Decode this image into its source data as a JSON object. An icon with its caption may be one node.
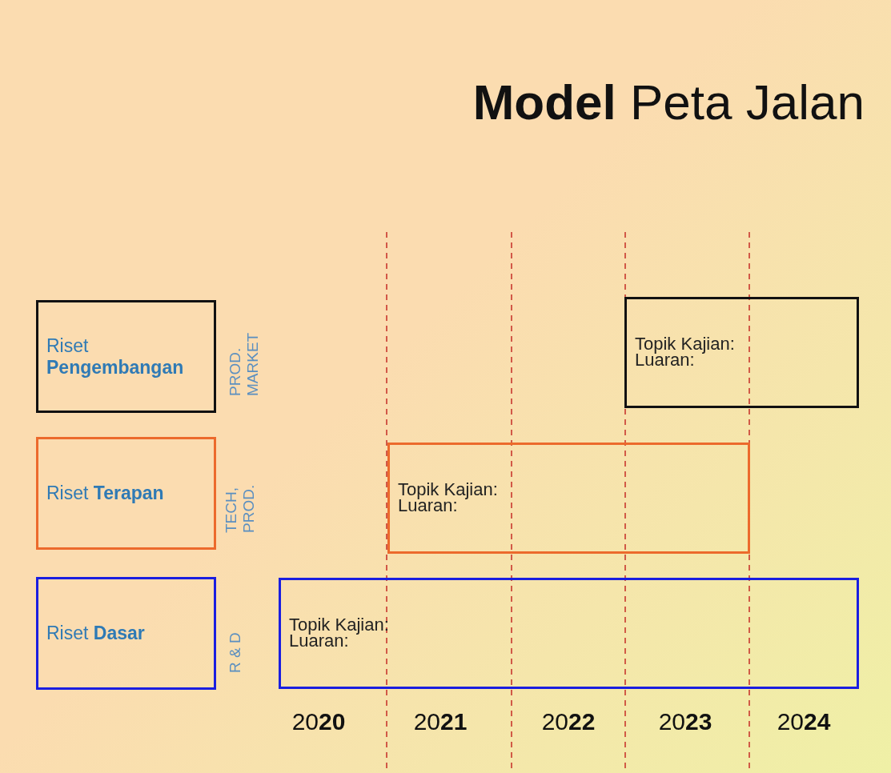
{
  "diagram": {
    "title": "**Model** Peta Jalan",
    "nodes": [
      {
        "text": [
          "Riset **Pengembangan**"
        ],
        "beside": [
          "PROD. MARKET"
        ]
      },
      {
        "text": [
          "Riset **Terapan**"
        ],
        "beside": [
          "TECH, PROD."
        ]
      },
      {
        "text": [
          "Riset **Dasar**"
        ],
        "beside": [
          "R & D"
        ]
      },
      {
        "text": [
          "Topik Kajian:",
          "Luaran:"
        ]
      },
      {
        "text": [
          "Topik Kajian:",
          "Luaran:"
        ]
      },
      {
        "text": [
          "Topik Kajian:",
          "Luaran:"
        ]
      }
    ],
    "edges": [],
    "labels": [
      "20**20**",
      "20**21**",
      "20**22**",
      "20**23**",
      "20**24**"
    ]
  }
}
